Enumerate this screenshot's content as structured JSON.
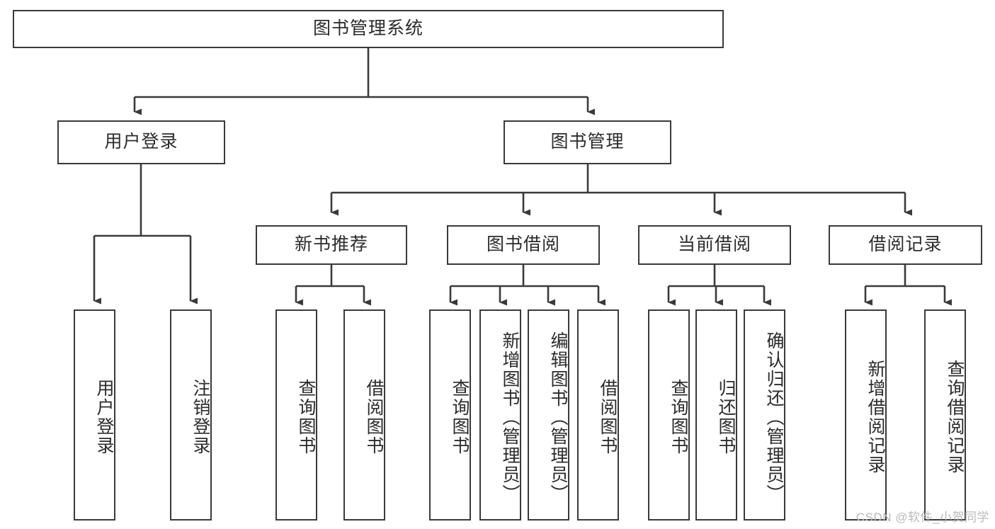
{
  "diagram": {
    "title": "图书管理系统",
    "type": "tree-hierarchy",
    "watermark": "CSDN @软件_小贺同学",
    "colors": {
      "box_border": "#3a3a3a",
      "box_fill": "#ffffff",
      "edge": "#3a3a3a",
      "text": "#2b2b2b",
      "watermark": "#b9b9b9"
    },
    "nodes": {
      "root": {
        "label": "图书管理系统"
      },
      "level1": [
        {
          "label": "用户登录"
        },
        {
          "label": "图书管理"
        }
      ],
      "level2": [
        {
          "label": "新书推荐"
        },
        {
          "label": "图书借阅"
        },
        {
          "label": "当前借阅"
        },
        {
          "label": "借阅记录"
        }
      ],
      "leaves": {
        "user_login": [
          {
            "label": "用户登录"
          },
          {
            "label": "注销登录"
          }
        ],
        "new_book_recommend": [
          {
            "label": "查询图书"
          },
          {
            "label": "借阅图书"
          }
        ],
        "book_borrow": [
          {
            "label": "查询图书"
          },
          {
            "label": "新增图书（管理员）"
          },
          {
            "label": "编辑图书（管理员）"
          },
          {
            "label": "借阅图书"
          }
        ],
        "current_borrow": [
          {
            "label": "查询图书"
          },
          {
            "label": "归还图书"
          },
          {
            "label": "确认归还（管理员）"
          }
        ],
        "borrow_record": [
          {
            "label": "新增借阅记录"
          },
          {
            "label": "查询借阅记录"
          }
        ]
      }
    }
  }
}
